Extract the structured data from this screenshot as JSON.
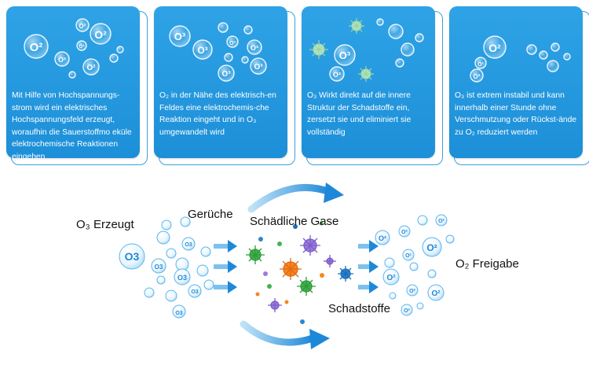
{
  "cards": [
    {
      "text": "Mit Hilfe von Hochspannungs-strom wird ein elektrisches Hochspannungsfeld erzeugt, woraufhin die Sauerstoffmo eküle elektrochemische Reaktionen eingehen"
    },
    {
      "text": "O₂ in der Nähe des elektrisch-en Feldes eine elektrochemis-che Reaktion eingeht und in O₃ umgewandelt wird"
    },
    {
      "text": "O₃ Wirkt direkt auf die innere Struktur der Schadstoffe ein, zersetzt sie und eliminiert sie vollständig"
    },
    {
      "text": "O₃ ist extrem instabil und kann innerhalb einer Stunde ohne Verschmutzung oder Rückst-ände zu O₂ reduziert werden"
    }
  ],
  "diagram": {
    "o3_label": "O₃ Erzeugt",
    "odors_label": "Gerüche",
    "gases_label": "Schädliche Gase",
    "pollutants_label": "Schadstoffe",
    "o2_label": "O₂ Freigabe"
  },
  "bubble_labels": {
    "o2": "O²",
    "o3": "O³",
    "o3_main": "O3"
  },
  "colors": {
    "card_blue": "#1f93dc",
    "arrow_blue": "#1e88d8",
    "bubble_blue": "#5bb5f0"
  }
}
